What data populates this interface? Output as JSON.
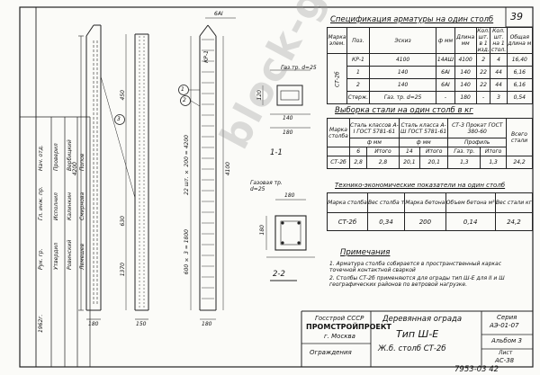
{
  "sheet_number": "39",
  "spec_title": "Спецификация арматуры на один столб",
  "spec_table": {
    "headers": [
      "Марка элем.",
      "Поз.",
      "Эскиз",
      "ф мм",
      "Длина мм",
      "Кол. шт. в 1 изд.",
      "Кол. шт. на 1 стол.",
      "Общая длина м"
    ],
    "mark": "СТ-2б",
    "rows": [
      {
        "pos": "КР-1",
        "sketch": "4100",
        "d": "14АШ",
        "len": "4100",
        "q1": "2",
        "q2": "4",
        "total": "16,40"
      },
      {
        "pos": "1",
        "sketch": "140",
        "d": "6АI",
        "len": "140",
        "q1": "22",
        "q2": "44",
        "total": "6,16"
      },
      {
        "pos": "2",
        "sketch": "140",
        "d": "6АI",
        "len": "140",
        "q1": "22",
        "q2": "44",
        "total": "6,16"
      },
      {
        "pos": "Стерж.",
        "sketch": "Газ. тр. d=25",
        "d": "-",
        "len": "180",
        "q1": "-",
        "q2": "3",
        "total": "0,54"
      }
    ]
  },
  "steel_title": "Выборка стали на один столб в кг",
  "steel_table": {
    "h_mark": "Марка столба",
    "h_c1": "Сталь классов А-I ГОСТ 5781-61",
    "h_c2": "Сталь класса А-Ш ГОСТ 5781-61",
    "h_c3": "СТ-3 Прокат ГОСТ 380-60",
    "h_total": "Всего стали",
    "sub1": "ф мм",
    "sub2": "ф мм",
    "sub3": "Профиль",
    "sub_a": "6",
    "sub_b": "Итого",
    "sub_c": "14",
    "sub_d": "Итого",
    "sub_e": "Газ. тр.",
    "sub_f": "Итого",
    "mark": "СТ-2б",
    "v1": "2,8",
    "v2": "2,8",
    "v3": "20,1",
    "v4": "20,1",
    "v5": "1,3",
    "v6": "1,3",
    "total": "24,2"
  },
  "tech_title": "Технико-экономические показатели на один столб",
  "tech_table": {
    "headers": [
      "Марка столба",
      "Вес столба т",
      "Марка бетона",
      "Объем бетона м³",
      "Вес стали кг"
    ],
    "values": [
      "СТ-2б",
      "0,34",
      "200",
      "0,14",
      "24,2"
    ]
  },
  "notes_title": "Примечания",
  "notes": [
    "1. Арматура столба собирается в пространственный каркас точечной контактной сваркой",
    "2. Столбы СТ-2б применяются для ограды тип Ш-Е для II и Ш географических районов по ветровой нагрузке."
  ],
  "title_block": {
    "org1": "Госстрой СССР",
    "org2": "ПРОМСТРОЙПРОЕКТ",
    "org3": "г. Москва",
    "section": "Ограждения",
    "title1": "Деревянная ограда",
    "title2": "Тип Ш-Е",
    "title3": "Ж.б. столб СТ-2б",
    "series_label": "Серия",
    "series": "АЭ-01-07",
    "album": "Альбом 3",
    "sheet_label": "Лист",
    "sheet": "АС-38"
  },
  "drawing_number": "7953-03 42",
  "dims": {
    "d_180a": "180",
    "d_180b": "180",
    "d_4200": "4200",
    "d_450": "450",
    "d_630": "630",
    "d_1370": "1370",
    "d_150": "150",
    "d_120": "120",
    "d_pitch1": "22 шт. × 200 = 4200",
    "d_pitch2": "600 × 3 = 1800",
    "d_4100": "4100",
    "d_6a1": "6АI",
    "d_140": "140",
    "d_180c": "180",
    "d_180d": "180",
    "d_180e": "180",
    "gas_pipe": "Газ.тр. d=25",
    "section_11": "1-1",
    "section_22": "2-2",
    "pos_1": "1",
    "pos_2": "2",
    "pos_3": "3",
    "steel_label": "Газовая тр. d=25",
    "kr1": "КР-1"
  },
  "left_stamp": {
    "rows": [
      "Нач. отд.",
      "Гл. инж. пр.",
      "Рук. гр.",
      "Проверил",
      "Исполнил",
      "Утвердил"
    ],
    "names": [
      "Вербицкий",
      "Калинкин",
      "Ровинский",
      "Попов",
      "Смирнова",
      "Лемешев"
    ],
    "date": "1962г."
  },
  "watermark": "block-gbi.ru"
}
